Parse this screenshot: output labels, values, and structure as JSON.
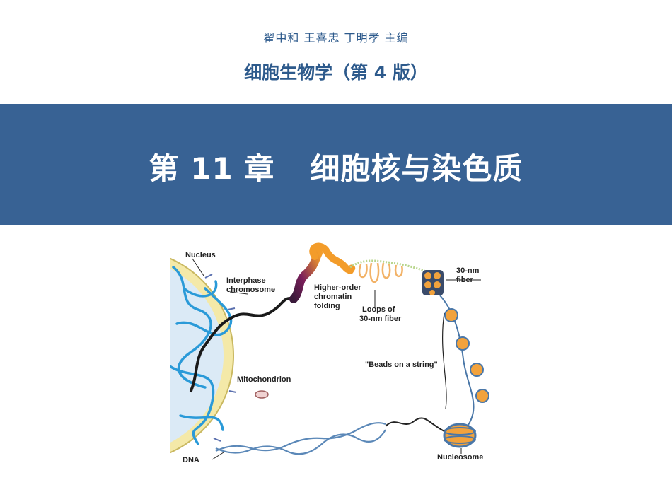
{
  "header": {
    "authors": "翟中和  王喜忠  丁明孝  主编",
    "book_title": "细胞生物学（第 4 版）"
  },
  "banner": {
    "chapter_number": "第 11 章",
    "chapter_name": "细胞核与染色质",
    "color": "#386294"
  },
  "figure": {
    "labels": {
      "nucleus": "Nucleus",
      "interphase_1": "Interphase",
      "interphase_2": "chromosome",
      "higher_1": "Higher-order",
      "higher_2": "chromatin",
      "higher_3": "folding",
      "fiber30_1": "30-nm",
      "fiber30_2": "fiber",
      "loops_1": "Loops of",
      "loops_2": "30-nm fiber",
      "beads": "\"Beads on a string\"",
      "mitochondrion": "Mitochondrion",
      "dna": "DNA",
      "nucleosome": "Nucleosome"
    },
    "colors": {
      "nucleus_fill": "#dbeaf6",
      "chromatin_blue": "#2a9ad8",
      "envelope": "#f4e9a8",
      "bead_orange": "#f2a23c",
      "folding_gradient_start": "#7a1e5a",
      "folding_gradient_end": "#f39c2a",
      "dna_helix": "#5b88b8"
    }
  }
}
